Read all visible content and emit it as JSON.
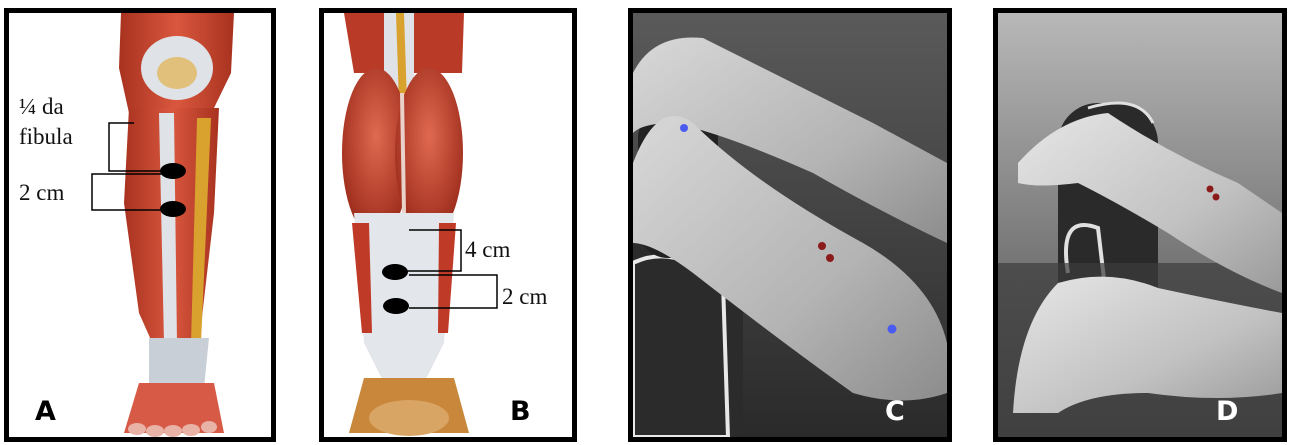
{
  "panels": [
    {
      "letter": "A",
      "letter_color": "#000000",
      "annotations": {
        "fibula_line1": "¼ da",
        "fibula_line2": "fibula",
        "spacing": "2 cm"
      },
      "electrodes": 2,
      "electrode_color": "#000000"
    },
    {
      "letter": "B",
      "letter_color": "#000000",
      "annotations": {
        "upper_spacing": "4 cm",
        "lower_spacing": "2 cm"
      },
      "electrodes": 2,
      "electrode_color": "#000000"
    },
    {
      "letter": "C",
      "letter_color": "#ffffff",
      "marker_colors": {
        "electrode": "#8b1a1a",
        "reference": "#4a5cf0"
      }
    },
    {
      "letter": "D",
      "letter_color": "#ffffff",
      "marker_colors": {
        "electrode": "#8b1a1a"
      }
    }
  ]
}
